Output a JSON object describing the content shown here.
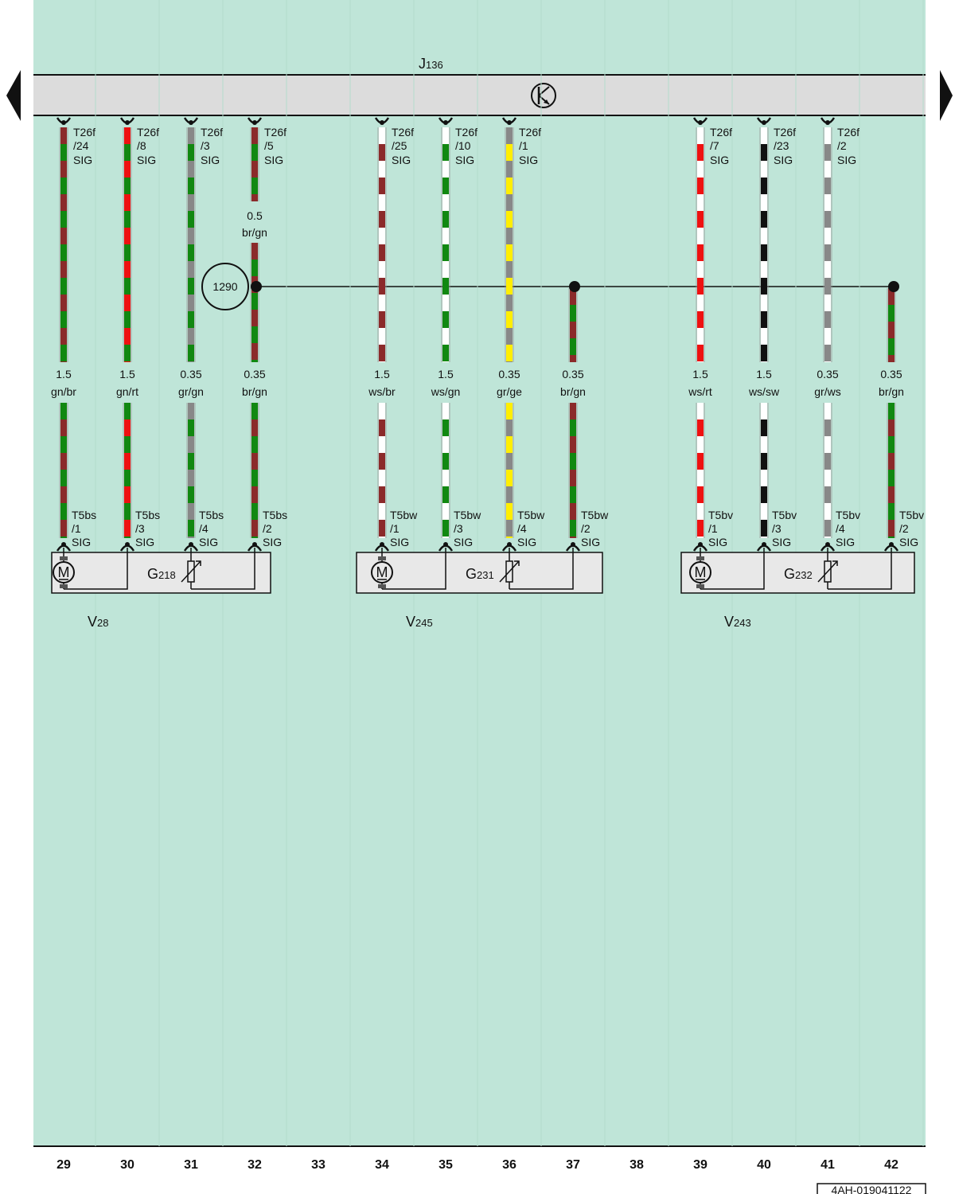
{
  "control_unit": {
    "letter": "J",
    "number": "136"
  },
  "splice": "1290",
  "upper_wires": [
    {
      "conn": "T26f",
      "pin": "/24",
      "sig": "SIG",
      "colors": [
        "#8b2a2a",
        "#118811"
      ]
    },
    {
      "conn": "T26f",
      "pin": "/8",
      "sig": "SIG",
      "colors": [
        "#ee1111",
        "#118811"
      ]
    },
    {
      "conn": "T26f",
      "pin": "/3",
      "sig": "SIG",
      "colors": [
        "#888888",
        "#118811"
      ]
    },
    {
      "conn": "T26f",
      "pin": "/5",
      "sig": "SIG",
      "colors": [
        "#8b2a2a",
        "#118811"
      ]
    },
    {
      "conn": "T26f",
      "pin": "/25",
      "sig": "SIG",
      "colors": [
        "#ffffff",
        "#8b2a2a"
      ]
    },
    {
      "conn": "T26f",
      "pin": "/10",
      "sig": "SIG",
      "colors": [
        "#ffffff",
        "#118811"
      ]
    },
    {
      "conn": "T26f",
      "pin": "/1",
      "sig": "SIG",
      "colors": [
        "#888888",
        "#ffee00"
      ]
    },
    {
      "conn": "T26f",
      "pin": "/7",
      "sig": "SIG",
      "colors": [
        "#ffffff",
        "#ee1111"
      ]
    },
    {
      "conn": "T26f",
      "pin": "/23",
      "sig": "SIG",
      "colors": [
        "#ffffff",
        "#111111"
      ]
    },
    {
      "conn": "T26f",
      "pin": "/2",
      "sig": "SIG",
      "colors": [
        "#ffffff",
        "#888888"
      ]
    }
  ],
  "short_wire": {
    "size": "0.5",
    "color": "br/gn"
  },
  "wire_specs": [
    {
      "size": "1.5",
      "color": "gn/br"
    },
    {
      "size": "1.5",
      "color": "gn/rt"
    },
    {
      "size": "0.35",
      "color": "gr/gn"
    },
    {
      "size": "0.35",
      "color": "br/gn"
    },
    {
      "size": "1.5",
      "color": "ws/br"
    },
    {
      "size": "1.5",
      "color": "ws/gn"
    },
    {
      "size": "0.35",
      "color": "gr/ge"
    },
    {
      "size": "0.35",
      "color": "br/gn"
    },
    {
      "size": "1.5",
      "color": "ws/rt"
    },
    {
      "size": "1.5",
      "color": "ws/sw"
    },
    {
      "size": "0.35",
      "color": "gr/ws"
    },
    {
      "size": "0.35",
      "color": "br/gn"
    }
  ],
  "lower_wires": [
    {
      "conn": "T5bs",
      "pin": "/1",
      "sig": "SIG"
    },
    {
      "conn": "T5bs",
      "pin": "/3",
      "sig": "SIG"
    },
    {
      "conn": "T5bs",
      "pin": "/4",
      "sig": "SIG"
    },
    {
      "conn": "T5bs",
      "pin": "/2",
      "sig": "SIG"
    },
    {
      "conn": "T5bw",
      "pin": "/1",
      "sig": "SIG"
    },
    {
      "conn": "T5bw",
      "pin": "/3",
      "sig": "SIG"
    },
    {
      "conn": "T5bw",
      "pin": "/4",
      "sig": "SIG"
    },
    {
      "conn": "T5bw",
      "pin": "/2",
      "sig": "SIG"
    },
    {
      "conn": "T5bv",
      "pin": "/1",
      "sig": "SIG"
    },
    {
      "conn": "T5bv",
      "pin": "/3",
      "sig": "SIG"
    },
    {
      "conn": "T5bv",
      "pin": "/4",
      "sig": "SIG"
    },
    {
      "conn": "T5bv",
      "pin": "/2",
      "sig": "SIG"
    }
  ],
  "actuators": [
    {
      "motor_letter": "M",
      "sensor_letter": "G",
      "sensor_number": "218",
      "unit_letter": "V",
      "unit_number": "28"
    },
    {
      "motor_letter": "M",
      "sensor_letter": "G",
      "sensor_number": "231",
      "unit_letter": "V",
      "unit_number": "245"
    },
    {
      "motor_letter": "M",
      "sensor_letter": "G",
      "sensor_number": "232",
      "unit_letter": "V",
      "unit_number": "243"
    }
  ],
  "columns": [
    "29",
    "30",
    "31",
    "32",
    "33",
    "34",
    "35",
    "36",
    "37",
    "38",
    "39",
    "40",
    "41",
    "42"
  ],
  "doc_id": "4AH-019041122",
  "colors": {
    "background": "#bfe5d8",
    "bar": "#dcdcdc",
    "box": "#e8e8e8"
  },
  "icons": [
    "transistor-icon",
    "motor-icon",
    "potentiometer-icon",
    "arrow-left-icon",
    "arrow-right-icon"
  ]
}
